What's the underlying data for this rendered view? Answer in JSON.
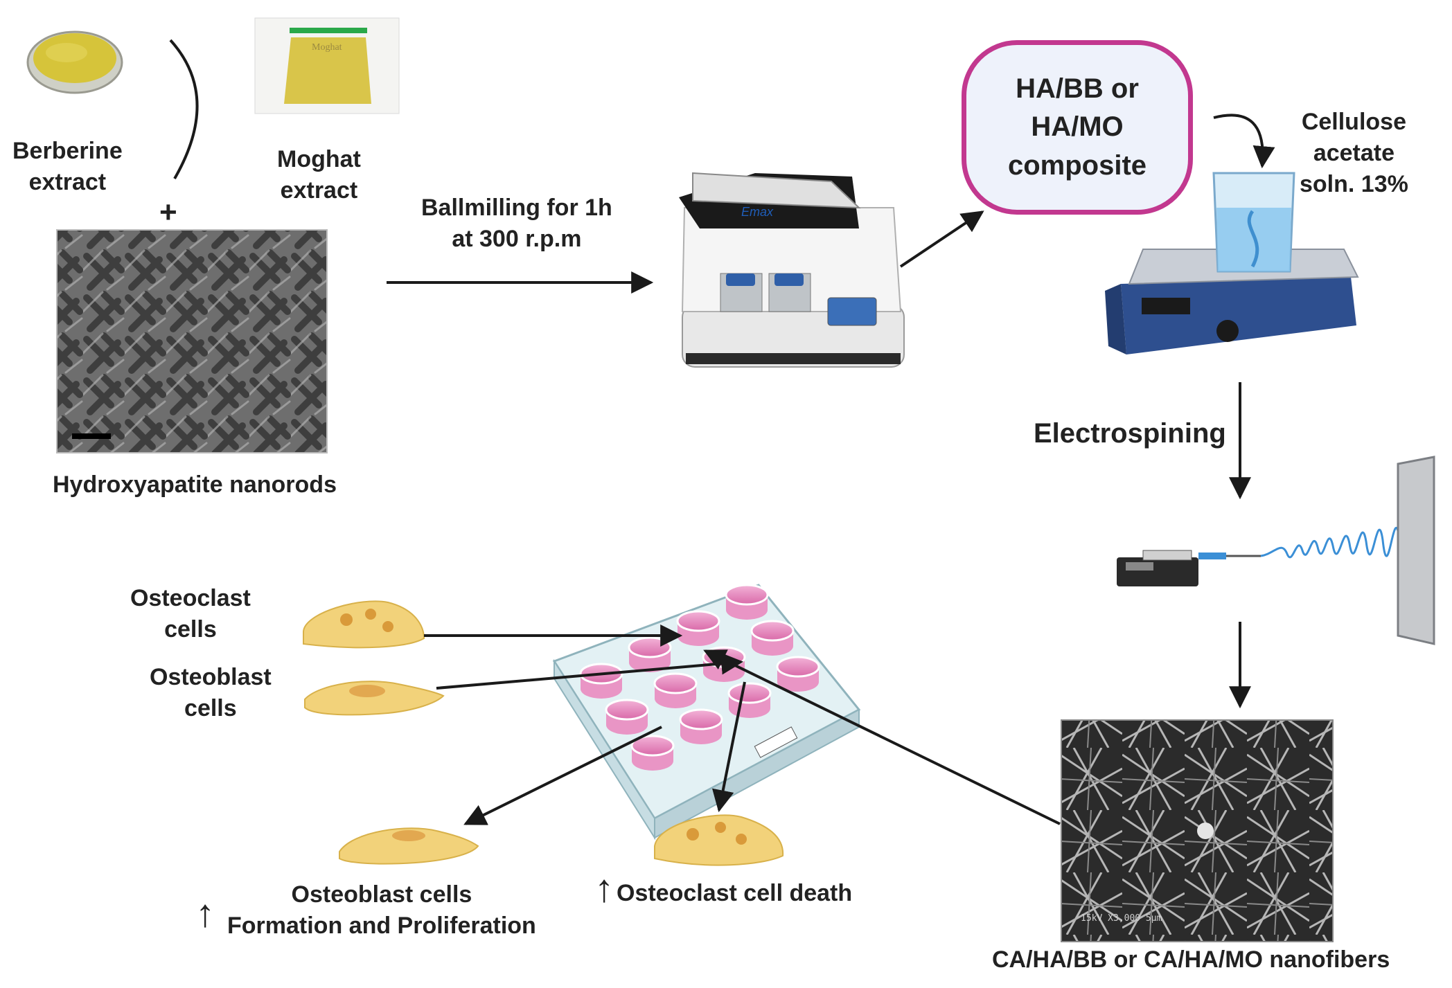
{
  "labels": {
    "berberine": [
      "Berberine",
      "extract"
    ],
    "moghat": [
      "Moghat",
      "extract"
    ],
    "plus": "+",
    "hydroxyapatite": "Hydroxyapatite nanorods",
    "ballmilling": [
      "Ballmilling for 1h",
      "at 300 r.p.m"
    ],
    "composite": [
      "HA/BB or",
      "HA/MO",
      "composite"
    ],
    "cellulose": [
      "Cellulose",
      "acetate",
      "soln. 13%"
    ],
    "electrospinning": "Electrospining",
    "nanofibers": "CA/HA/BB or CA/HA/MO  nanofibers",
    "osteoclast_cells": [
      "Osteoclast",
      "cells"
    ],
    "osteoblast_cells": [
      "Osteoblast",
      "cells"
    ],
    "osteoblast_result": [
      "Osteoblast cells",
      "Formation and Proliferation"
    ],
    "osteoclast_result": "Osteoclast cell death",
    "up_arrow": "↑",
    "bag_label": "Moghat",
    "mill_brand": "Emax",
    "sem_caption": "15kV   X3,000   5µm"
  },
  "colors": {
    "composite_border": "#c2388f",
    "composite_fill": "#eef2fb",
    "powder": "#d6c43a",
    "cell": "#f2d27a",
    "well": "#e98bc0",
    "fiber_spiral": "#3b8fd6",
    "hotplate": "#2e4f8f"
  }
}
